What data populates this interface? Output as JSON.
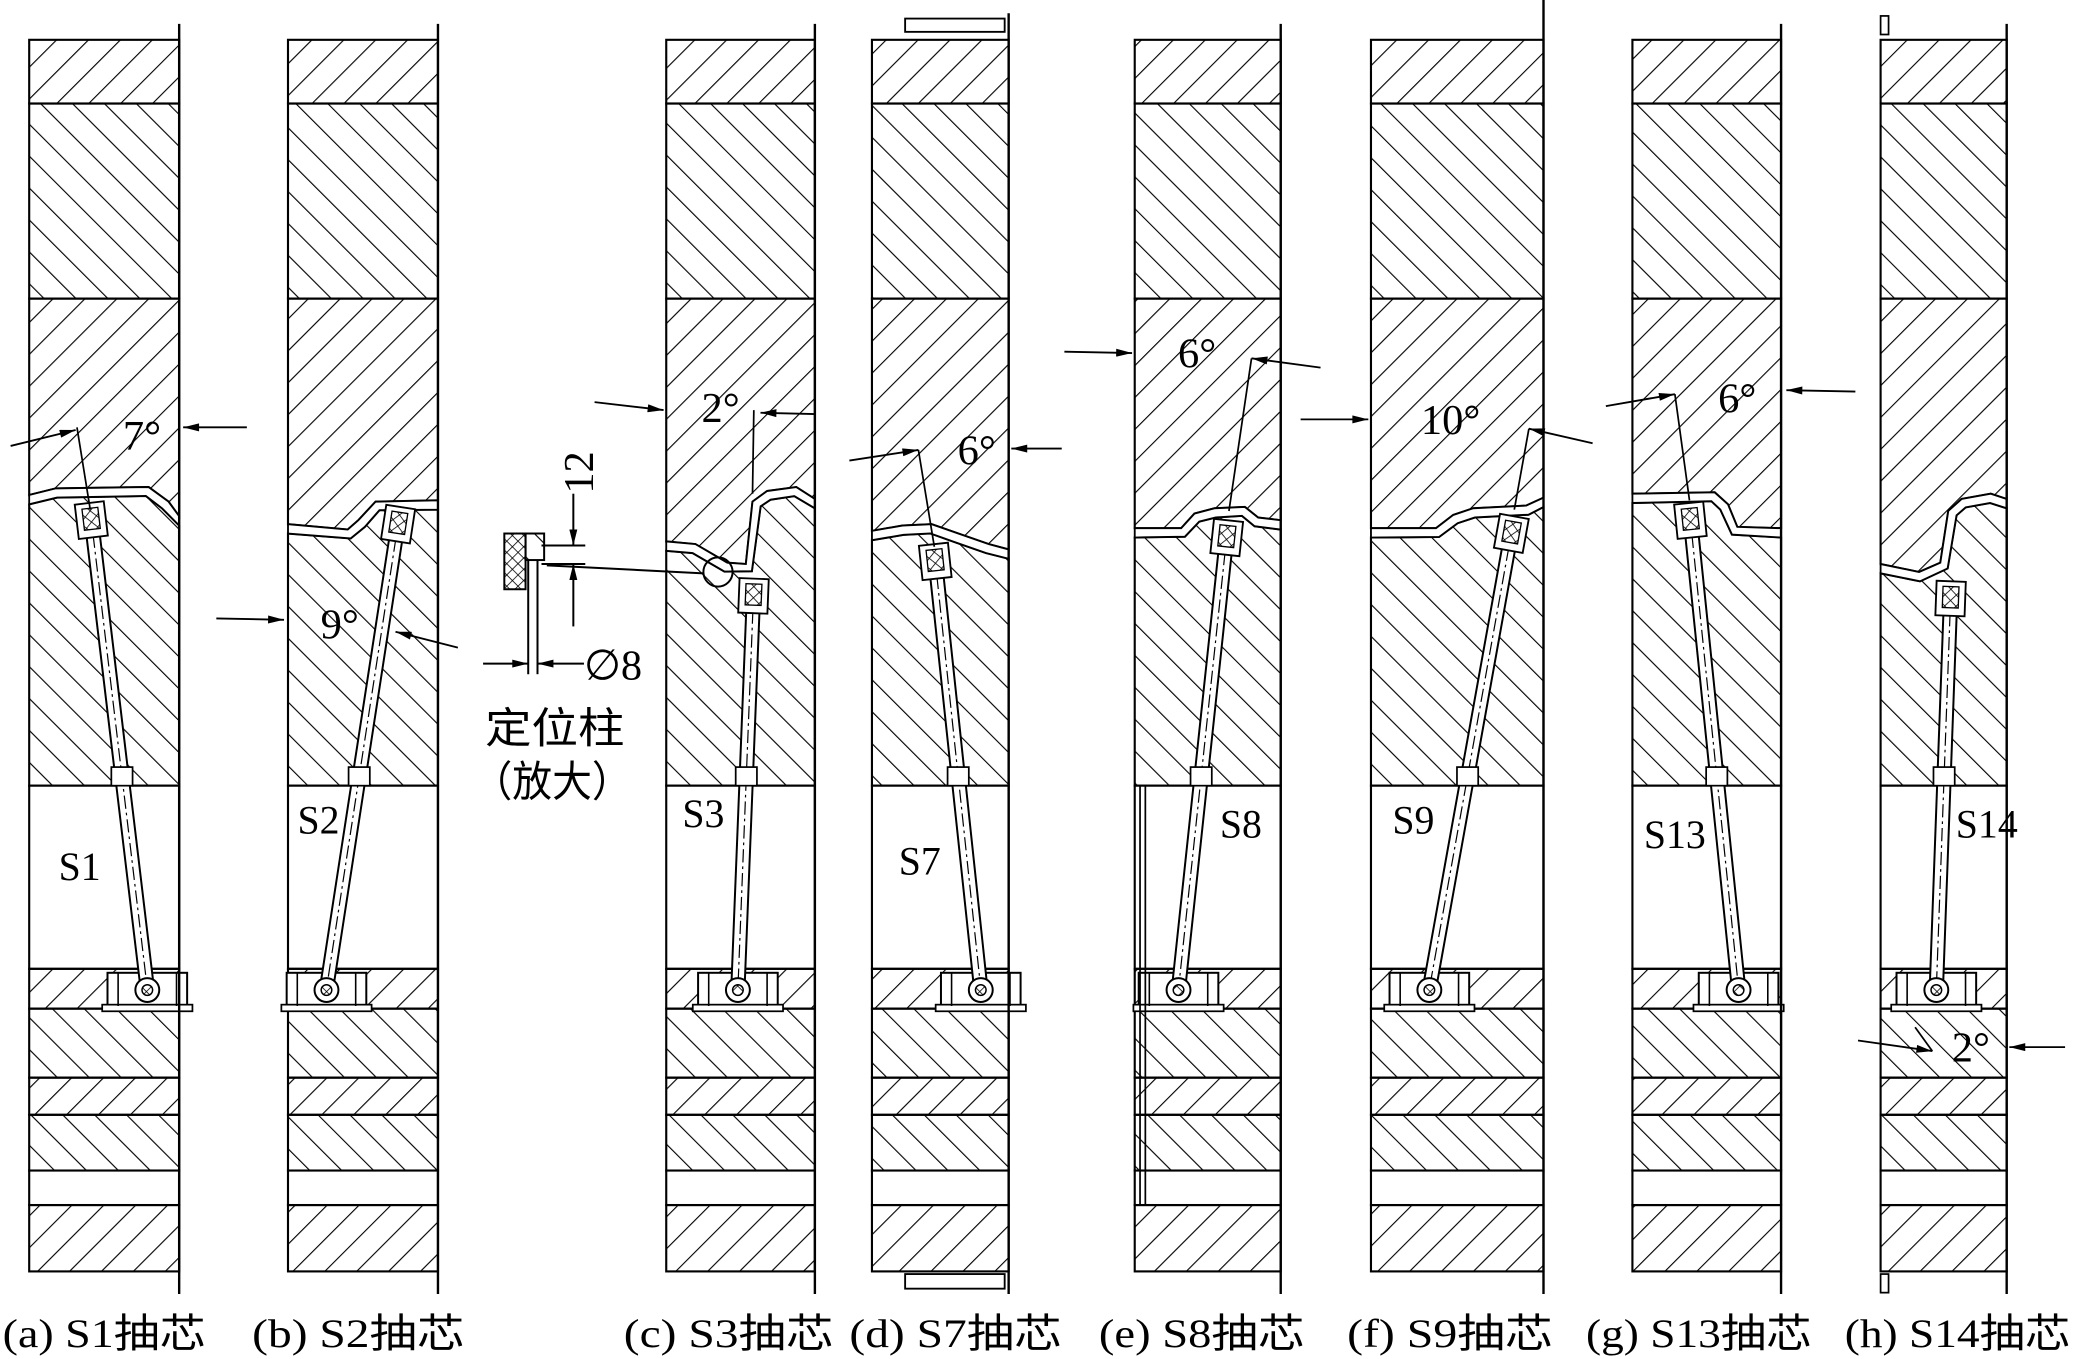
{
  "figure": {
    "panels": [
      {
        "caption": "(a) S1抽芯",
        "slider": "S1",
        "angle": "7°"
      },
      {
        "caption": "(b) S2抽芯",
        "slider": "S2",
        "angle": "9°"
      },
      {
        "caption": "(c) S3抽芯",
        "slider": "S3",
        "angle": "2°"
      },
      {
        "caption": "(d) S7抽芯",
        "slider": "S7",
        "angle": "6°"
      },
      {
        "caption": "(e) S8抽芯",
        "slider": "S8",
        "angle": "6°"
      },
      {
        "caption": "(f) S9抽芯",
        "slider": "S9",
        "angle": "10°"
      },
      {
        "caption": "(g) S13抽芯",
        "slider": "S13",
        "angle": "6°"
      },
      {
        "caption": "(h) S14抽芯",
        "slider": "S14",
        "angle": "2°"
      }
    ],
    "inset": {
      "dim_height": "12",
      "dim_diameter": "∅8",
      "label": "定位柱",
      "note": "（放大）"
    }
  }
}
